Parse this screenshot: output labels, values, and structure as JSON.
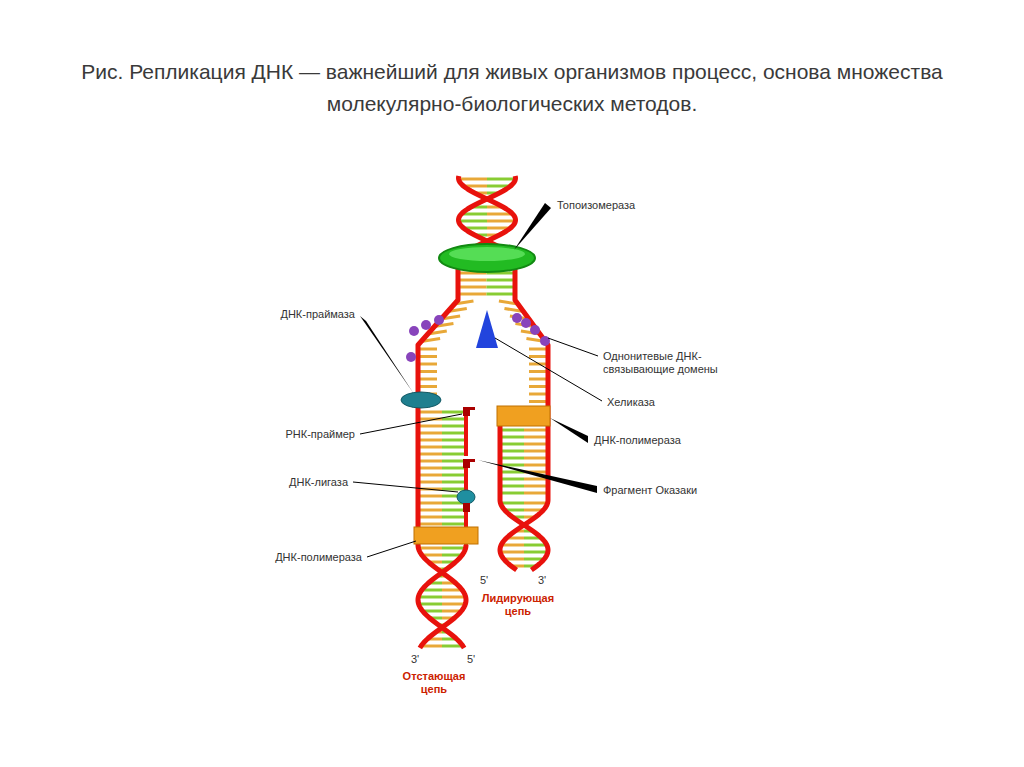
{
  "diagram": {
    "title": "Рис. Репликация ДНК — важнейший для живых организмов процесс, основа множества молекулярно-биологических методов.",
    "labels": [
      "Топоизомераза",
      "ДНК-праймаза",
      "Однонитевые ДНК-связывающие домены",
      "Хеликаза",
      "РНК-праймер",
      "ДНК-полимераза",
      "ДНК-лигаза",
      "Фрагмент Оказаки",
      "ДНК-полимераза",
      "5'",
      "3'",
      "Лидирующая цепь",
      "3'",
      "5'",
      "Отстающая цепь"
    ]
  }
}
